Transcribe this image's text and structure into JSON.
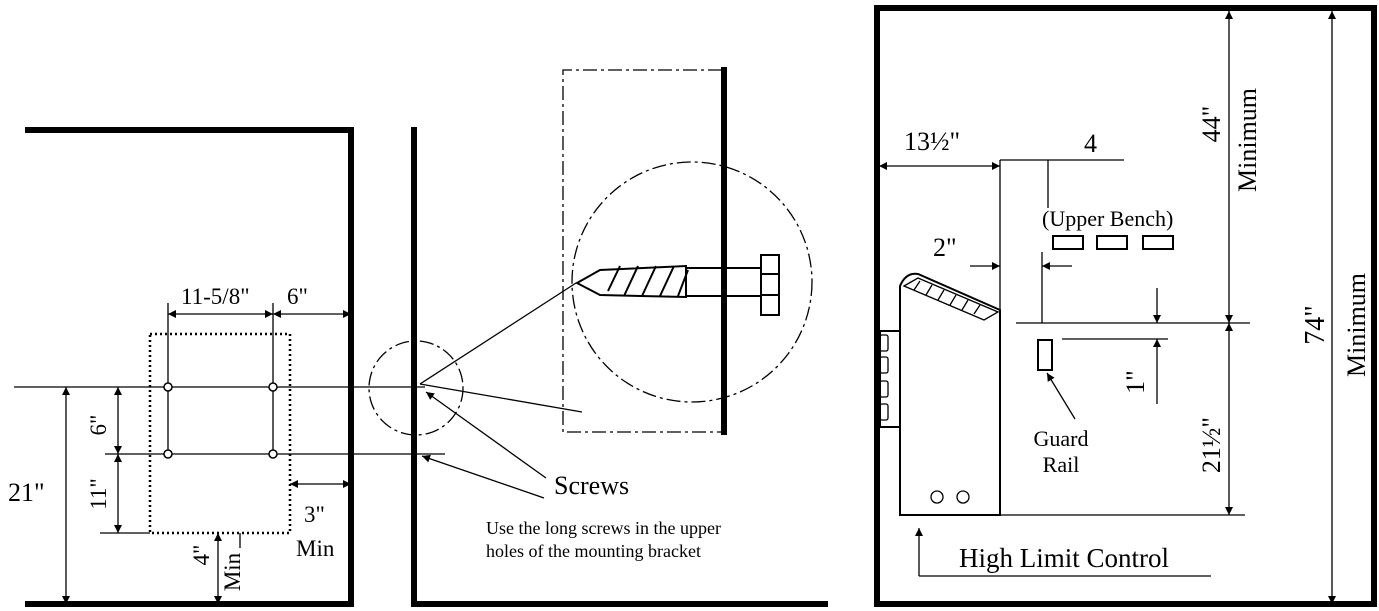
{
  "labels": {
    "width_11_5_8": "11-5/8\"",
    "side_6": "6\"",
    "vert_6": "6\"",
    "vert_11": "11\"",
    "total_21": "21\"",
    "gap_3": "3\"",
    "gap_3_min": "Min",
    "bottom_4": "4\"",
    "bottom_4_min": "Min",
    "screws": "Screws",
    "screws_note_line1": "Use the long screws in the upper",
    "screws_note_line2": "holes of the mounting bracket",
    "dim_13_5": "13½\"",
    "dim_4": "4",
    "upper_bench": "(Upper Bench)",
    "dim_2": "2\"",
    "dim_44": "44\"",
    "minimum_44": "Minimum",
    "dim_74": "74\"",
    "minimum_74": "Minimum",
    "dim_1": "1\"",
    "dim_21_5": "21½\"",
    "guard_rail_line1": "Guard",
    "guard_rail_line2": "Rail",
    "high_limit_control": "High Limit Control"
  }
}
